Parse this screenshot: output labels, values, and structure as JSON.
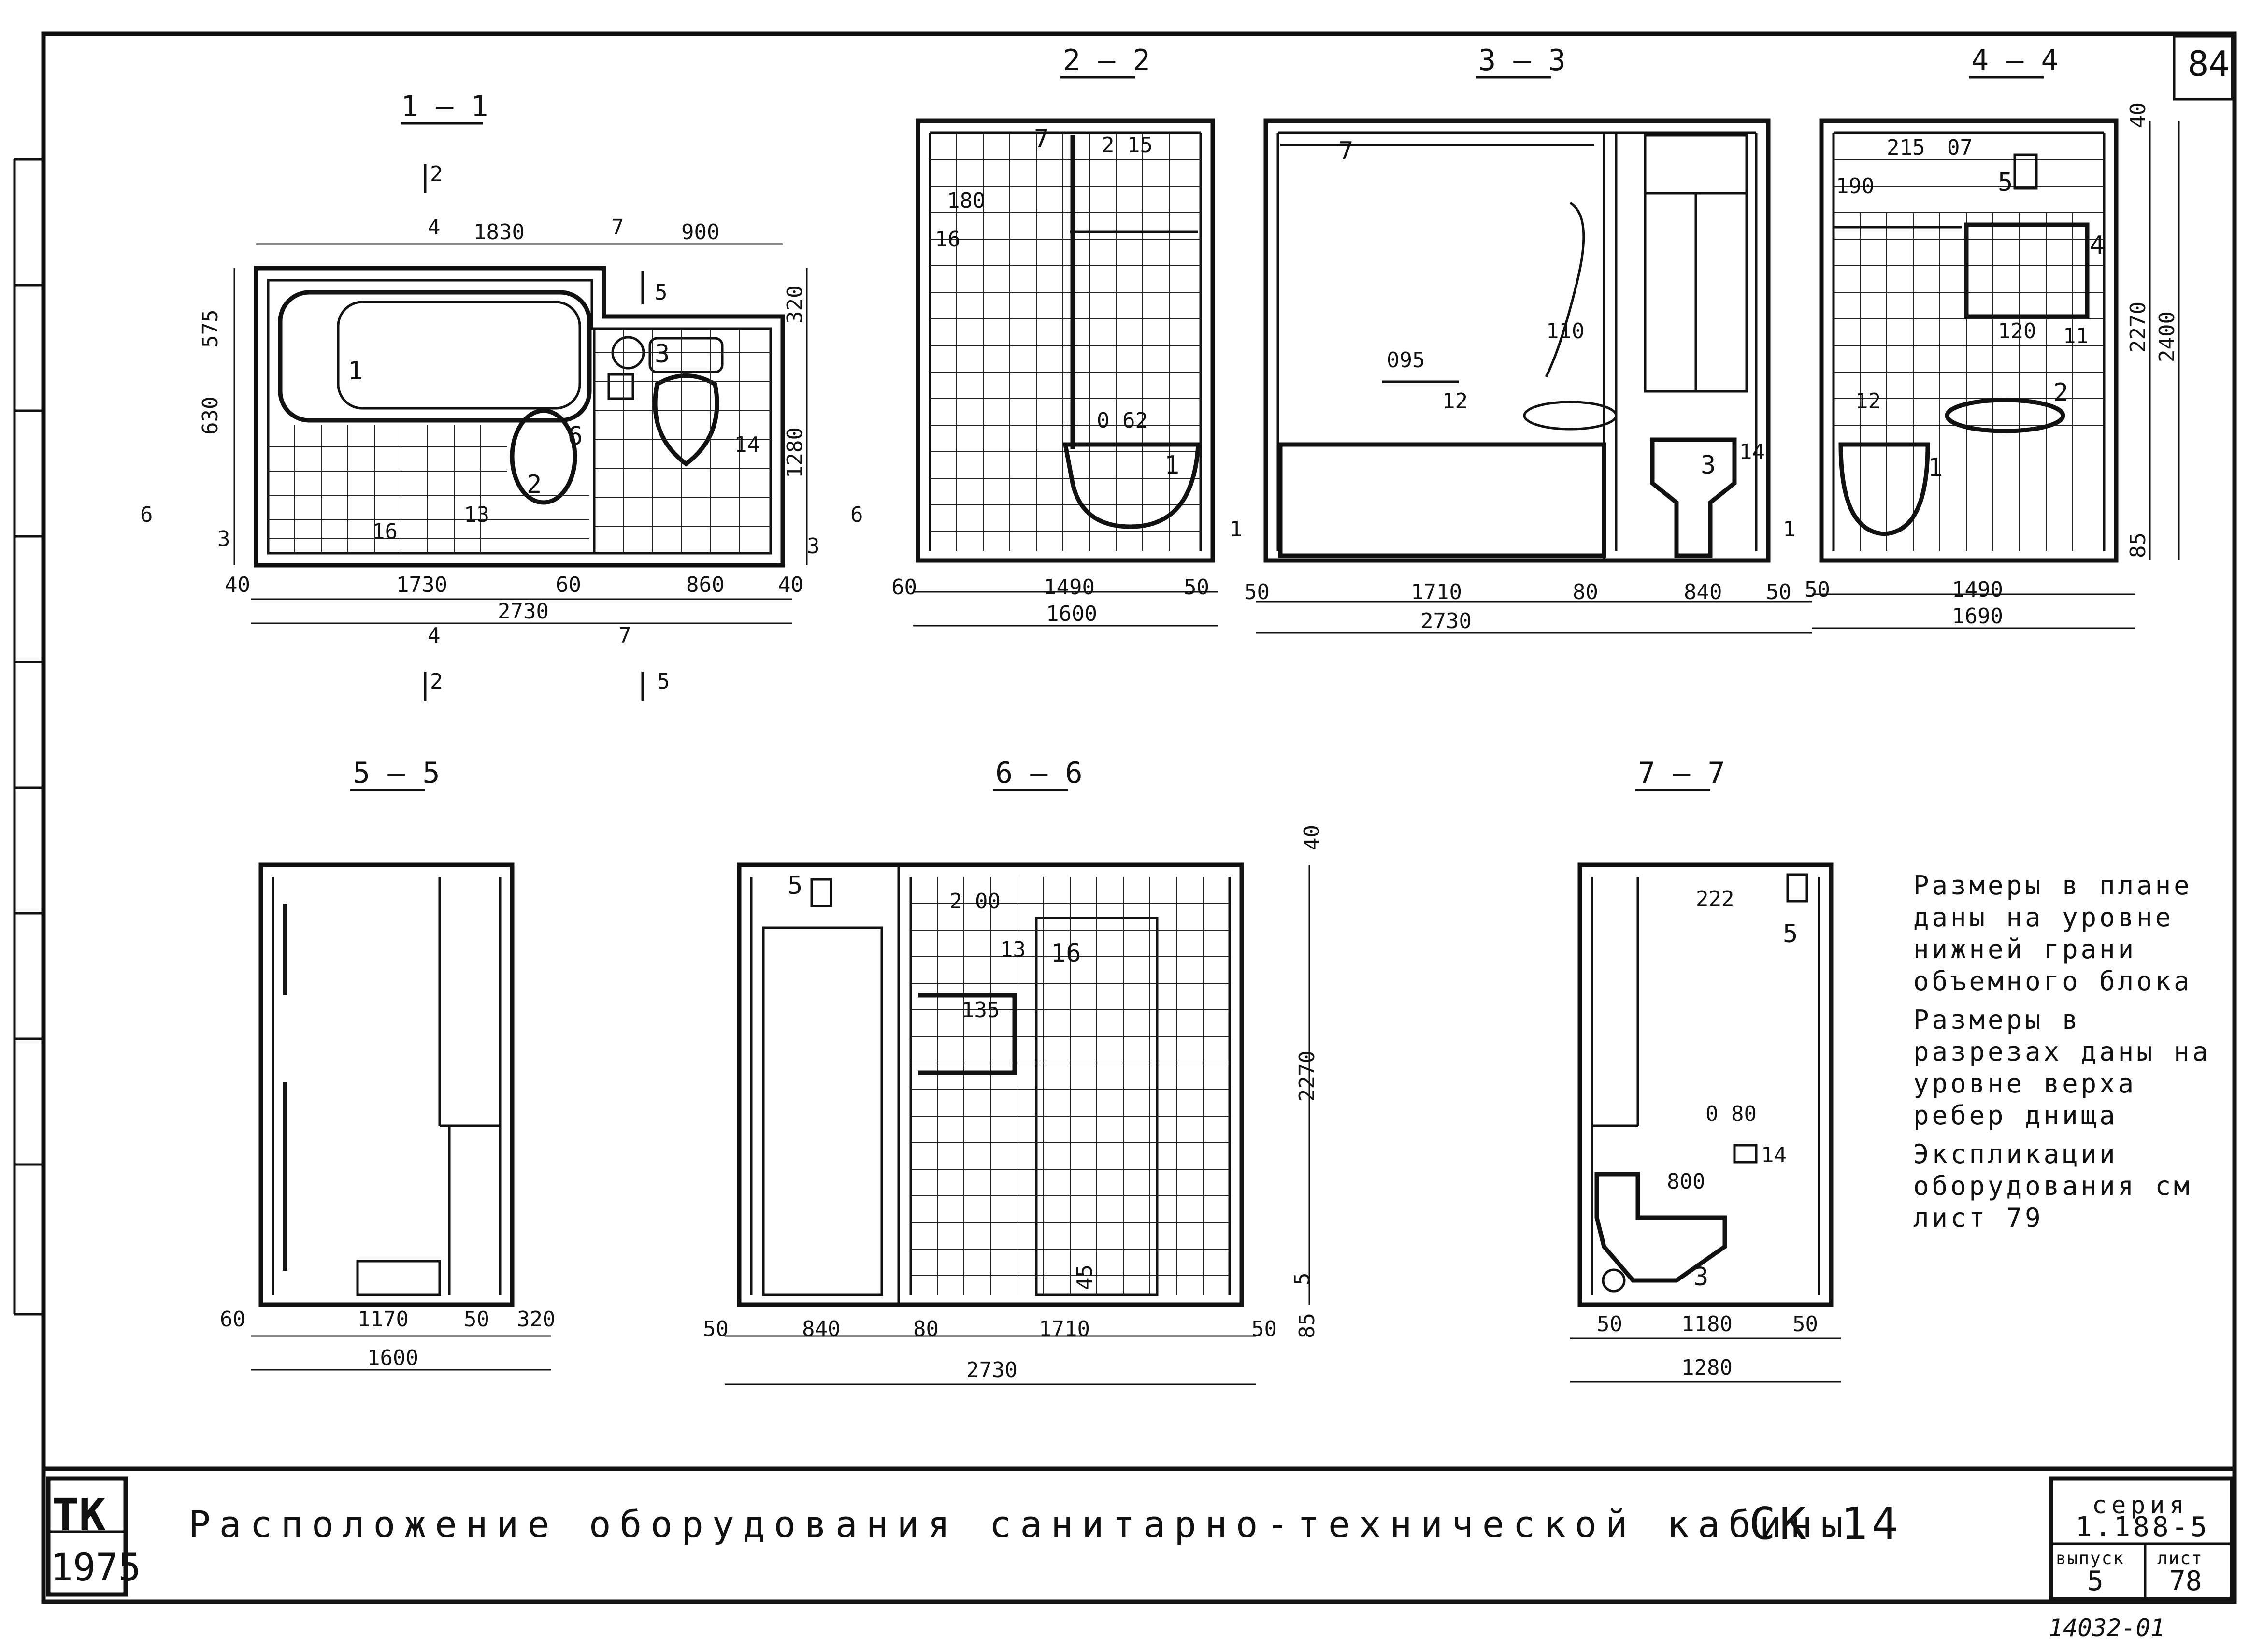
{
  "page_number": "84",
  "title": {
    "text": "Расположение   оборудования   санитарно-технической   кабины",
    "code": "СК 14"
  },
  "stamp": {
    "line1": "ТК",
    "line2": "1975"
  },
  "series": {
    "label": "серия",
    "value": "1.188-5",
    "issue_label": "выпуск",
    "issue_value": "5",
    "sheet_label": "лист",
    "sheet_value": "78"
  },
  "handwritten_note": "14032-01",
  "notes": [
    "Размеры в плане даны на уровне нижней грани объемного блока",
    "Размеры в разрезах даны на уровне верха ребер днища",
    "Экспликации оборудования см лист 79"
  ],
  "sections": {
    "s1": "1 – 1",
    "s2": "2 – 2",
    "s3": "3 – 3",
    "s4": "4 – 4",
    "s5": "5 – 5",
    "s6": "6 – 6",
    "s7": "7 – 7"
  },
  "plan": {
    "top_dims": [
      "1830",
      "900"
    ],
    "left_dims": [
      "575",
      "630"
    ],
    "right_dims": [
      "320",
      "1280"
    ],
    "bottom_dims": [
      "40",
      "1730",
      "60",
      "860",
      "40"
    ],
    "total": "2730",
    "cut_marks": [
      "2",
      "4",
      "7",
      "5",
      "6",
      "3",
      "2",
      "4",
      "7",
      "5",
      "6",
      "3"
    ],
    "items": [
      "1",
      "2",
      "3",
      "6",
      "13",
      "14",
      "16"
    ]
  },
  "s2_dims": {
    "bottom": [
      "60",
      "1490",
      "50"
    ],
    "total": "1600",
    "marks": [
      "7",
      "2 15",
      "180",
      "16",
      "0 62",
      "1",
      "1"
    ]
  },
  "s3_dims": {
    "bottom": [
      "50",
      "1710",
      "80",
      "840",
      "50"
    ],
    "total": "2730",
    "marks": [
      "7",
      "110",
      "095",
      "12",
      "3",
      "14",
      "1"
    ]
  },
  "s4_dims": {
    "bottom": [
      "50",
      "1490"
    ],
    "total": "1690",
    "right": [
      "40",
      "2270",
      "2400",
      "85"
    ],
    "marks": [
      "215",
      "07",
      "190",
      "5",
      "4",
      "120",
      "11",
      "12",
      "2",
      "1"
    ]
  },
  "s5_dims": {
    "bottom": [
      "60",
      "1170",
      "50",
      "320"
    ],
    "total": "1600"
  },
  "s6_dims": {
    "bottom": [
      "50",
      "840",
      "80",
      "1710",
      "50"
    ],
    "total": "2730",
    "right": [
      "40",
      "2270",
      "5",
      "85"
    ],
    "marks": [
      "5",
      "2 00",
      "13",
      "16",
      "135",
      "45"
    ]
  },
  "s7_dims": {
    "bottom": [
      "50",
      "1180",
      "50"
    ],
    "total": "1280",
    "marks": [
      "222",
      "5",
      "0 80",
      "14",
      "800",
      "3"
    ]
  }
}
